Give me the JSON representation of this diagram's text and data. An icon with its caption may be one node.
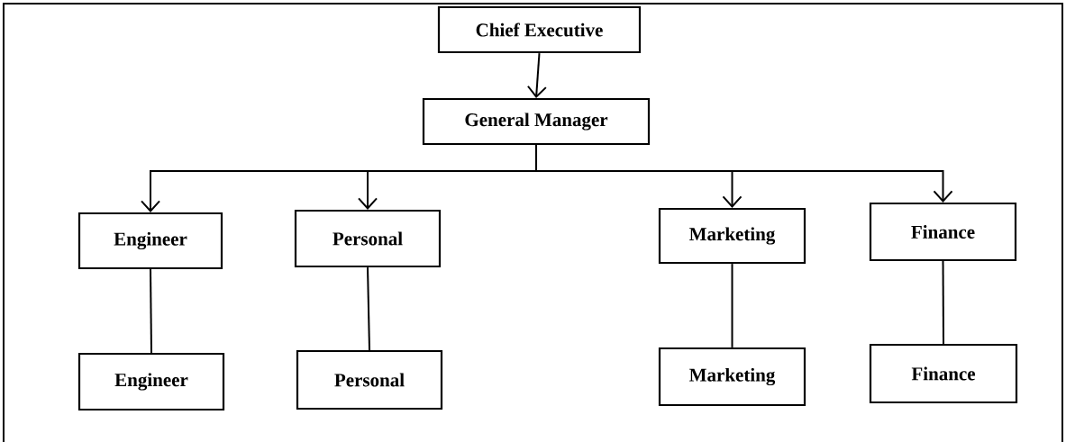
{
  "diagram": {
    "nodes": [
      {
        "text": [
          "Chief Executive"
        ]
      },
      {
        "text": [
          "General Manager"
        ]
      },
      {
        "text": [
          "Engineer"
        ]
      },
      {
        "text": [
          "Personal"
        ]
      },
      {
        "text": [
          "Marketing"
        ]
      },
      {
        "text": [
          "Finance"
        ]
      },
      {
        "text": [
          "Engineer"
        ]
      },
      {
        "text": [
          "Personal"
        ]
      },
      {
        "text": [
          "Marketing"
        ]
      },
      {
        "text": [
          "Finance"
        ]
      }
    ],
    "edges": [
      {
        "from": 0,
        "to": 1,
        "arrow": "to"
      },
      {
        "from": 1,
        "to": 2,
        "arrow": "to"
      },
      {
        "from": 1,
        "to": 3,
        "arrow": "to"
      },
      {
        "from": 1,
        "to": 4,
        "arrow": "to"
      },
      {
        "from": 1,
        "to": 5,
        "arrow": "to"
      },
      {
        "from": 2,
        "to": 6,
        "arrow": "none"
      },
      {
        "from": 3,
        "to": 7,
        "arrow": "none"
      },
      {
        "from": 4,
        "to": 8,
        "arrow": "none"
      },
      {
        "from": 5,
        "to": 9,
        "arrow": "none"
      }
    ]
  }
}
